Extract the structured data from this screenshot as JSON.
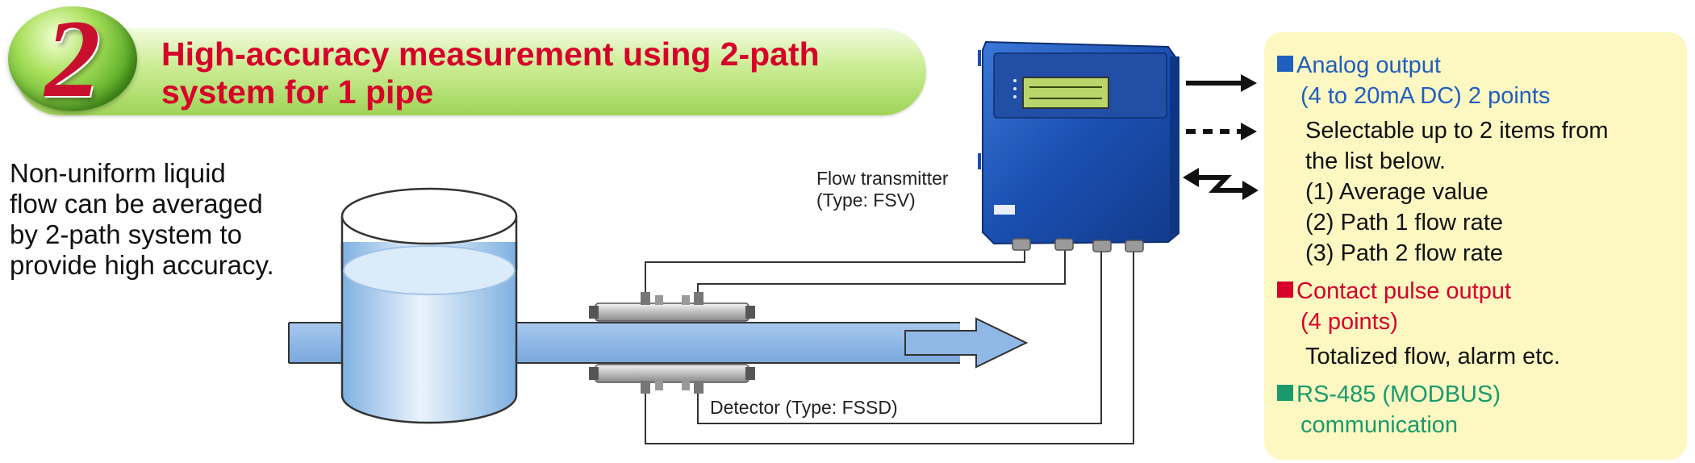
{
  "title": {
    "number": "2",
    "line1": "High-accuracy measurement using 2-path",
    "line2": "system for 1 pipe"
  },
  "description": [
    "Non-uniform liquid",
    "flow can be averaged",
    "by 2-path system to",
    "provide high accuracy."
  ],
  "labels": {
    "transmitter_line1": "Flow transmitter",
    "transmitter_line2": "(Type: FSV)",
    "detector": "Detector (Type: FSSD)"
  },
  "outputs": {
    "analog": {
      "heading1": "Analog output",
      "heading2": "(4 to 20mA DC) 2 points",
      "lines": [
        "Selectable up to 2 items from",
        "the list below.",
        "(1) Average value",
        "(2) Path 1 flow rate",
        "(3) Path 2 flow rate"
      ],
      "color": "#1f5fbf"
    },
    "pulse": {
      "heading1": "Contact pulse output",
      "heading2": "(4 points)",
      "lines": [
        "Totalized flow, alarm etc."
      ],
      "color": "#d6002a"
    },
    "rs485": {
      "heading1": "RS-485 (MODBUS)",
      "heading2": "communication",
      "color": "#1a9a6c"
    }
  },
  "colors": {
    "title_red": "#d6002a",
    "banner_green": "#9fd457",
    "pipe_blue": "#8fb8e6",
    "device_blue": "#1a4fb0",
    "panel_yellow": "#fdf8c2"
  }
}
